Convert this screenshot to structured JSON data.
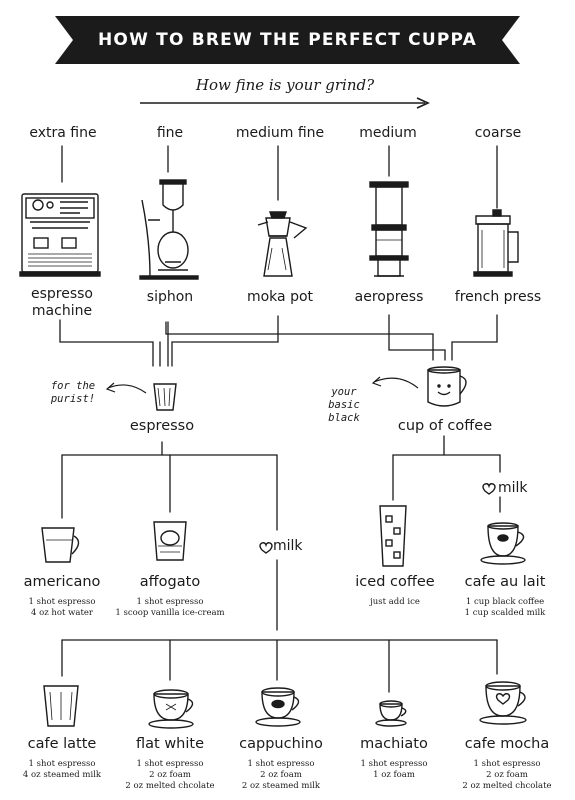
{
  "title": "HOW TO BREW THE PERFECT CUPPA",
  "grind_question": "How fine is your grind?",
  "grinds": [
    "extra fine",
    "fine",
    "medium fine",
    "medium",
    "coarse"
  ],
  "devices": [
    "espresso machine",
    "siphon",
    "moka pot",
    "aeropress",
    "french press"
  ],
  "base": {
    "espresso": "espresso",
    "cup_of_coffee": "cup of coffee",
    "note_purist": "for the purist!",
    "note_black": "your basic black"
  },
  "milk_label": "milk",
  "row2": [
    {
      "name": "americano",
      "recipe": [
        "1 shot espresso",
        "4 oz hot water"
      ]
    },
    {
      "name": "affogato",
      "recipe": [
        "1 shot espresso",
        "1 scoop vanilla ice-cream"
      ]
    },
    {
      "name": "iced coffee",
      "recipe": [
        "just add ice"
      ]
    },
    {
      "name": "cafe au lait",
      "recipe": [
        "1 cup black coffee",
        "1 cup scalded milk"
      ]
    }
  ],
  "row3": [
    {
      "name": "cafe latte",
      "recipe": [
        "1 shot espresso",
        "4 oz steamed milk"
      ]
    },
    {
      "name": "flat white",
      "recipe": [
        "1 shot espresso",
        "2 oz foam",
        "2 oz melted chcolate"
      ]
    },
    {
      "name": "cappuchino",
      "recipe": [
        "1 shot espresso",
        "2 oz foam",
        "2 oz steamed milk"
      ]
    },
    {
      "name": "machiato",
      "recipe": [
        "1 shot espresso",
        "1 oz foam"
      ]
    },
    {
      "name": "cafe mocha",
      "recipe": [
        "1 shot espresso",
        "2 oz foam",
        "2 oz melted chcolate"
      ]
    }
  ],
  "colors": {
    "ink": "#1b1b1b",
    "banner": "#1b1b1b",
    "paper": "#ffffff"
  },
  "icons": [
    "espresso-machine-icon",
    "siphon-icon",
    "moka-pot-icon",
    "aeropress-icon",
    "french-press-icon",
    "espresso-cup-icon",
    "coffee-mug-icon",
    "heart-icon"
  ]
}
